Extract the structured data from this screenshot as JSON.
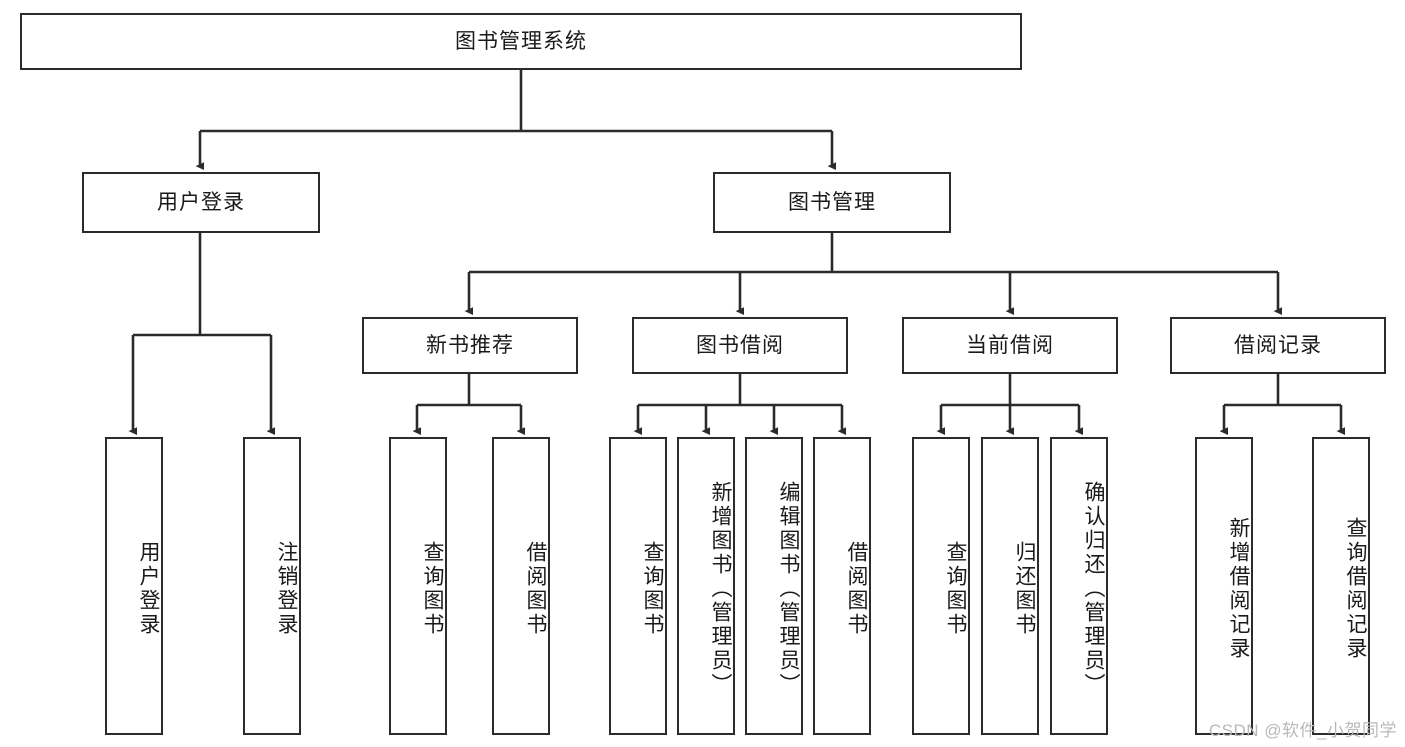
{
  "diagram": {
    "title": "图书管理系统",
    "type": "tree-hierarchy",
    "watermark": "CSDN @软件_小贺同学",
    "colors": {
      "box_border": "#2b2b2b",
      "box_fill": "#ffffff",
      "edge": "#2b2b2b",
      "text": "#1a1a1a",
      "watermark": "#b9b9b9",
      "background": "#ffffff"
    },
    "nodes": {
      "root": {
        "label": "图书管理系统"
      },
      "level2": [
        {
          "id": "user-login",
          "label": "用户登录"
        },
        {
          "id": "book-management",
          "label": "图书管理"
        }
      ],
      "level3": [
        {
          "id": "new-book-recommend",
          "label": "新书推荐"
        },
        {
          "id": "book-borrow",
          "label": "图书借阅"
        },
        {
          "id": "current-borrow",
          "label": "当前借阅"
        },
        {
          "id": "borrow-record",
          "label": "借阅记录"
        }
      ],
      "leaves": {
        "user_login": [
          {
            "id": "leaf-user-login",
            "label": "用户登录"
          },
          {
            "id": "leaf-logout-login",
            "label": "注销登录"
          }
        ],
        "new_book_recommend": [
          {
            "id": "leaf-query-book-1",
            "label": "查询图书"
          },
          {
            "id": "leaf-borrow-book-1",
            "label": "借阅图书"
          }
        ],
        "book_borrow": [
          {
            "id": "leaf-query-book-2",
            "label": "查询图书"
          },
          {
            "id": "leaf-add-book",
            "label": "新增图书（管理员）"
          },
          {
            "id": "leaf-edit-book",
            "label": "编辑图书（管理员）"
          },
          {
            "id": "leaf-borrow-book-2",
            "label": "借阅图书"
          }
        ],
        "current_borrow": [
          {
            "id": "leaf-query-book-3",
            "label": "查询图书"
          },
          {
            "id": "leaf-return-book",
            "label": "归还图书"
          },
          {
            "id": "leaf-confirm-return",
            "label": "确认归还（管理员）"
          }
        ],
        "borrow_record": [
          {
            "id": "leaf-add-record",
            "label": "新增借阅记录"
          },
          {
            "id": "leaf-query-record",
            "label": "查询借阅记录"
          }
        ]
      }
    }
  }
}
